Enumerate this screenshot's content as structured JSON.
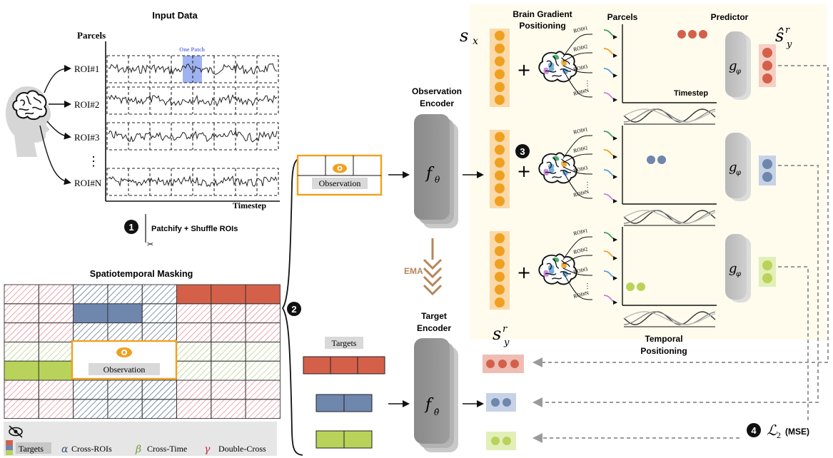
{
  "input": {
    "title": "Input Data",
    "parcels_label": "Parcels",
    "timestep_label": "Timestep",
    "patch_label": "One Patch",
    "rois": [
      "ROI#1",
      "ROI#2",
      "ROI#3",
      "ROI#N"
    ],
    "ellipsis": "⋮"
  },
  "steps": {
    "s1_num": "1",
    "s1_label": "Patchify + Shuffle ROIs",
    "s2_num": "2",
    "s3_num": "3",
    "s4_num": "4"
  },
  "masking": {
    "title": "Spatiotemporal Masking",
    "observation_label": "Observation",
    "legend": {
      "targets": "Targets",
      "cross_rois": "Cross-ROIs",
      "cross_time": "Cross-Time",
      "double_cross": "Double-Cross",
      "cross_rois_sym": "α",
      "cross_time_sym": "β",
      "double_cross_sym": "γ"
    }
  },
  "obs_encoder": {
    "title_line1": "Observation",
    "title_line2": "Encoder",
    "symbol": "f",
    "subscript": "θ",
    "observation_label": "Observation"
  },
  "ema_label": "EMA",
  "target_encoder": {
    "title_line1": "Target",
    "title_line2": "Encoder",
    "symbol": "f",
    "subscript": "θ̄",
    "targets_label": "Targets"
  },
  "sx": {
    "main": "s",
    "sub": "x"
  },
  "plus": "+",
  "brain_gradient": {
    "line1": "Brain Gradient",
    "line2": "Positioning"
  },
  "mini_rois": [
    "ROI#1",
    "ROI#2",
    "ROI#3",
    "ROI#N"
  ],
  "parcels_label": "Parcels",
  "timestep_label": "Timestep",
  "predictor": {
    "title": "Predictor",
    "symbol": "g",
    "subscript": "φ"
  },
  "shat": {
    "main": "ŝ",
    "sub": "y",
    "sup": "r"
  },
  "sy": {
    "main": "s",
    "sub": "y",
    "sup": "r"
  },
  "temporal_positioning": {
    "line1": "Temporal",
    "line2": "Positioning"
  },
  "loss": {
    "symbol": "ℒ",
    "sub": "2",
    "label": "(MSE)"
  },
  "colors": {
    "red": "#d4604a",
    "blue": "#6f86ad",
    "green": "#b9d35a",
    "orange": "#f0a020",
    "orange_light": "#fbd9a8",
    "gray": "#9a9a9a",
    "brown": "#b5875a"
  }
}
